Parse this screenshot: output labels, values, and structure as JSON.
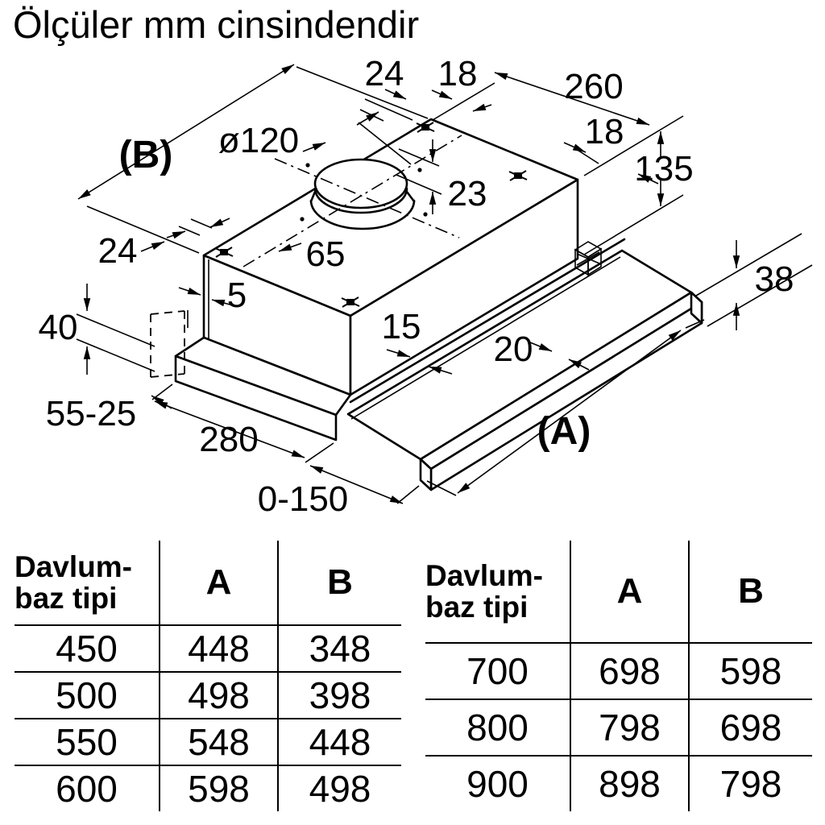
{
  "title": "Ölçüler mm cinsindendir",
  "diagram": {
    "dims": {
      "top_24": "24",
      "top_18": "18",
      "depth_260": "260",
      "right_18": "18",
      "height_135": "135",
      "duct_diameter": "ø120",
      "collar_height_23": "23",
      "duct_offset_65": "65",
      "width_label_b": "(B)",
      "left_24": "24",
      "gap_5": "5",
      "base_height_40": "40",
      "wall_distance_55_25": "55-25",
      "depth_280": "280",
      "extension_0_150": "0-150",
      "rail_15": "15",
      "rail_20": "20",
      "front_height_38": "38",
      "width_label_a": "(A)"
    }
  },
  "tables": {
    "left": {
      "header": {
        "type_line1": "Davlum-",
        "type_line2": "baz tipi",
        "col_a": "A",
        "col_b": "B"
      },
      "rows": [
        [
          "450",
          "448",
          "348"
        ],
        [
          "500",
          "498",
          "398"
        ],
        [
          "550",
          "548",
          "448"
        ],
        [
          "600",
          "598",
          "498"
        ]
      ]
    },
    "right": {
      "header": {
        "type_line1": "Davlum-",
        "type_line2": "baz tipi",
        "col_a": "A",
        "col_b": "B"
      },
      "rows": [
        [
          "700",
          "698",
          "598"
        ],
        [
          "800",
          "798",
          "698"
        ],
        [
          "900",
          "898",
          "798"
        ]
      ]
    }
  }
}
